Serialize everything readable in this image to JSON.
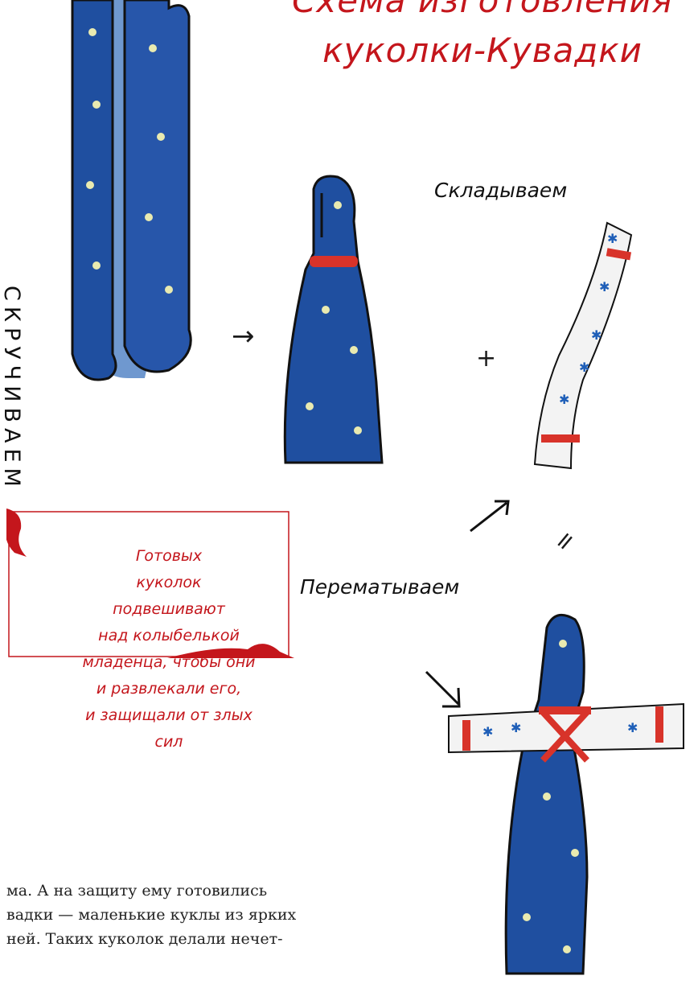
{
  "title": {
    "line1": "Схема изготовления",
    "line2": "куколки-Кувадки"
  },
  "steps": {
    "twist": "СКРУЧИВАЕМ",
    "fold": "Складываем",
    "wrap": "Перематываем"
  },
  "symbols": {
    "arrow_right": "→",
    "plus": "+",
    "equals": "="
  },
  "note": {
    "lines": [
      "Готовых",
      "куколок подвешивают",
      "над колыбелькой",
      "младенца, чтобы они",
      "и развлекали его,",
      "и защищали от злых",
      "сил"
    ]
  },
  "body": {
    "lines": [
      "ма. А на защиту ему готовились",
      "вадки — маленькие куклы из ярких",
      "ней. Таких куколок делали нечет-"
    ]
  },
  "colors": {
    "accent": "#c4161c",
    "fabric_blue": "#1f4fa0",
    "ink": "#111111"
  }
}
